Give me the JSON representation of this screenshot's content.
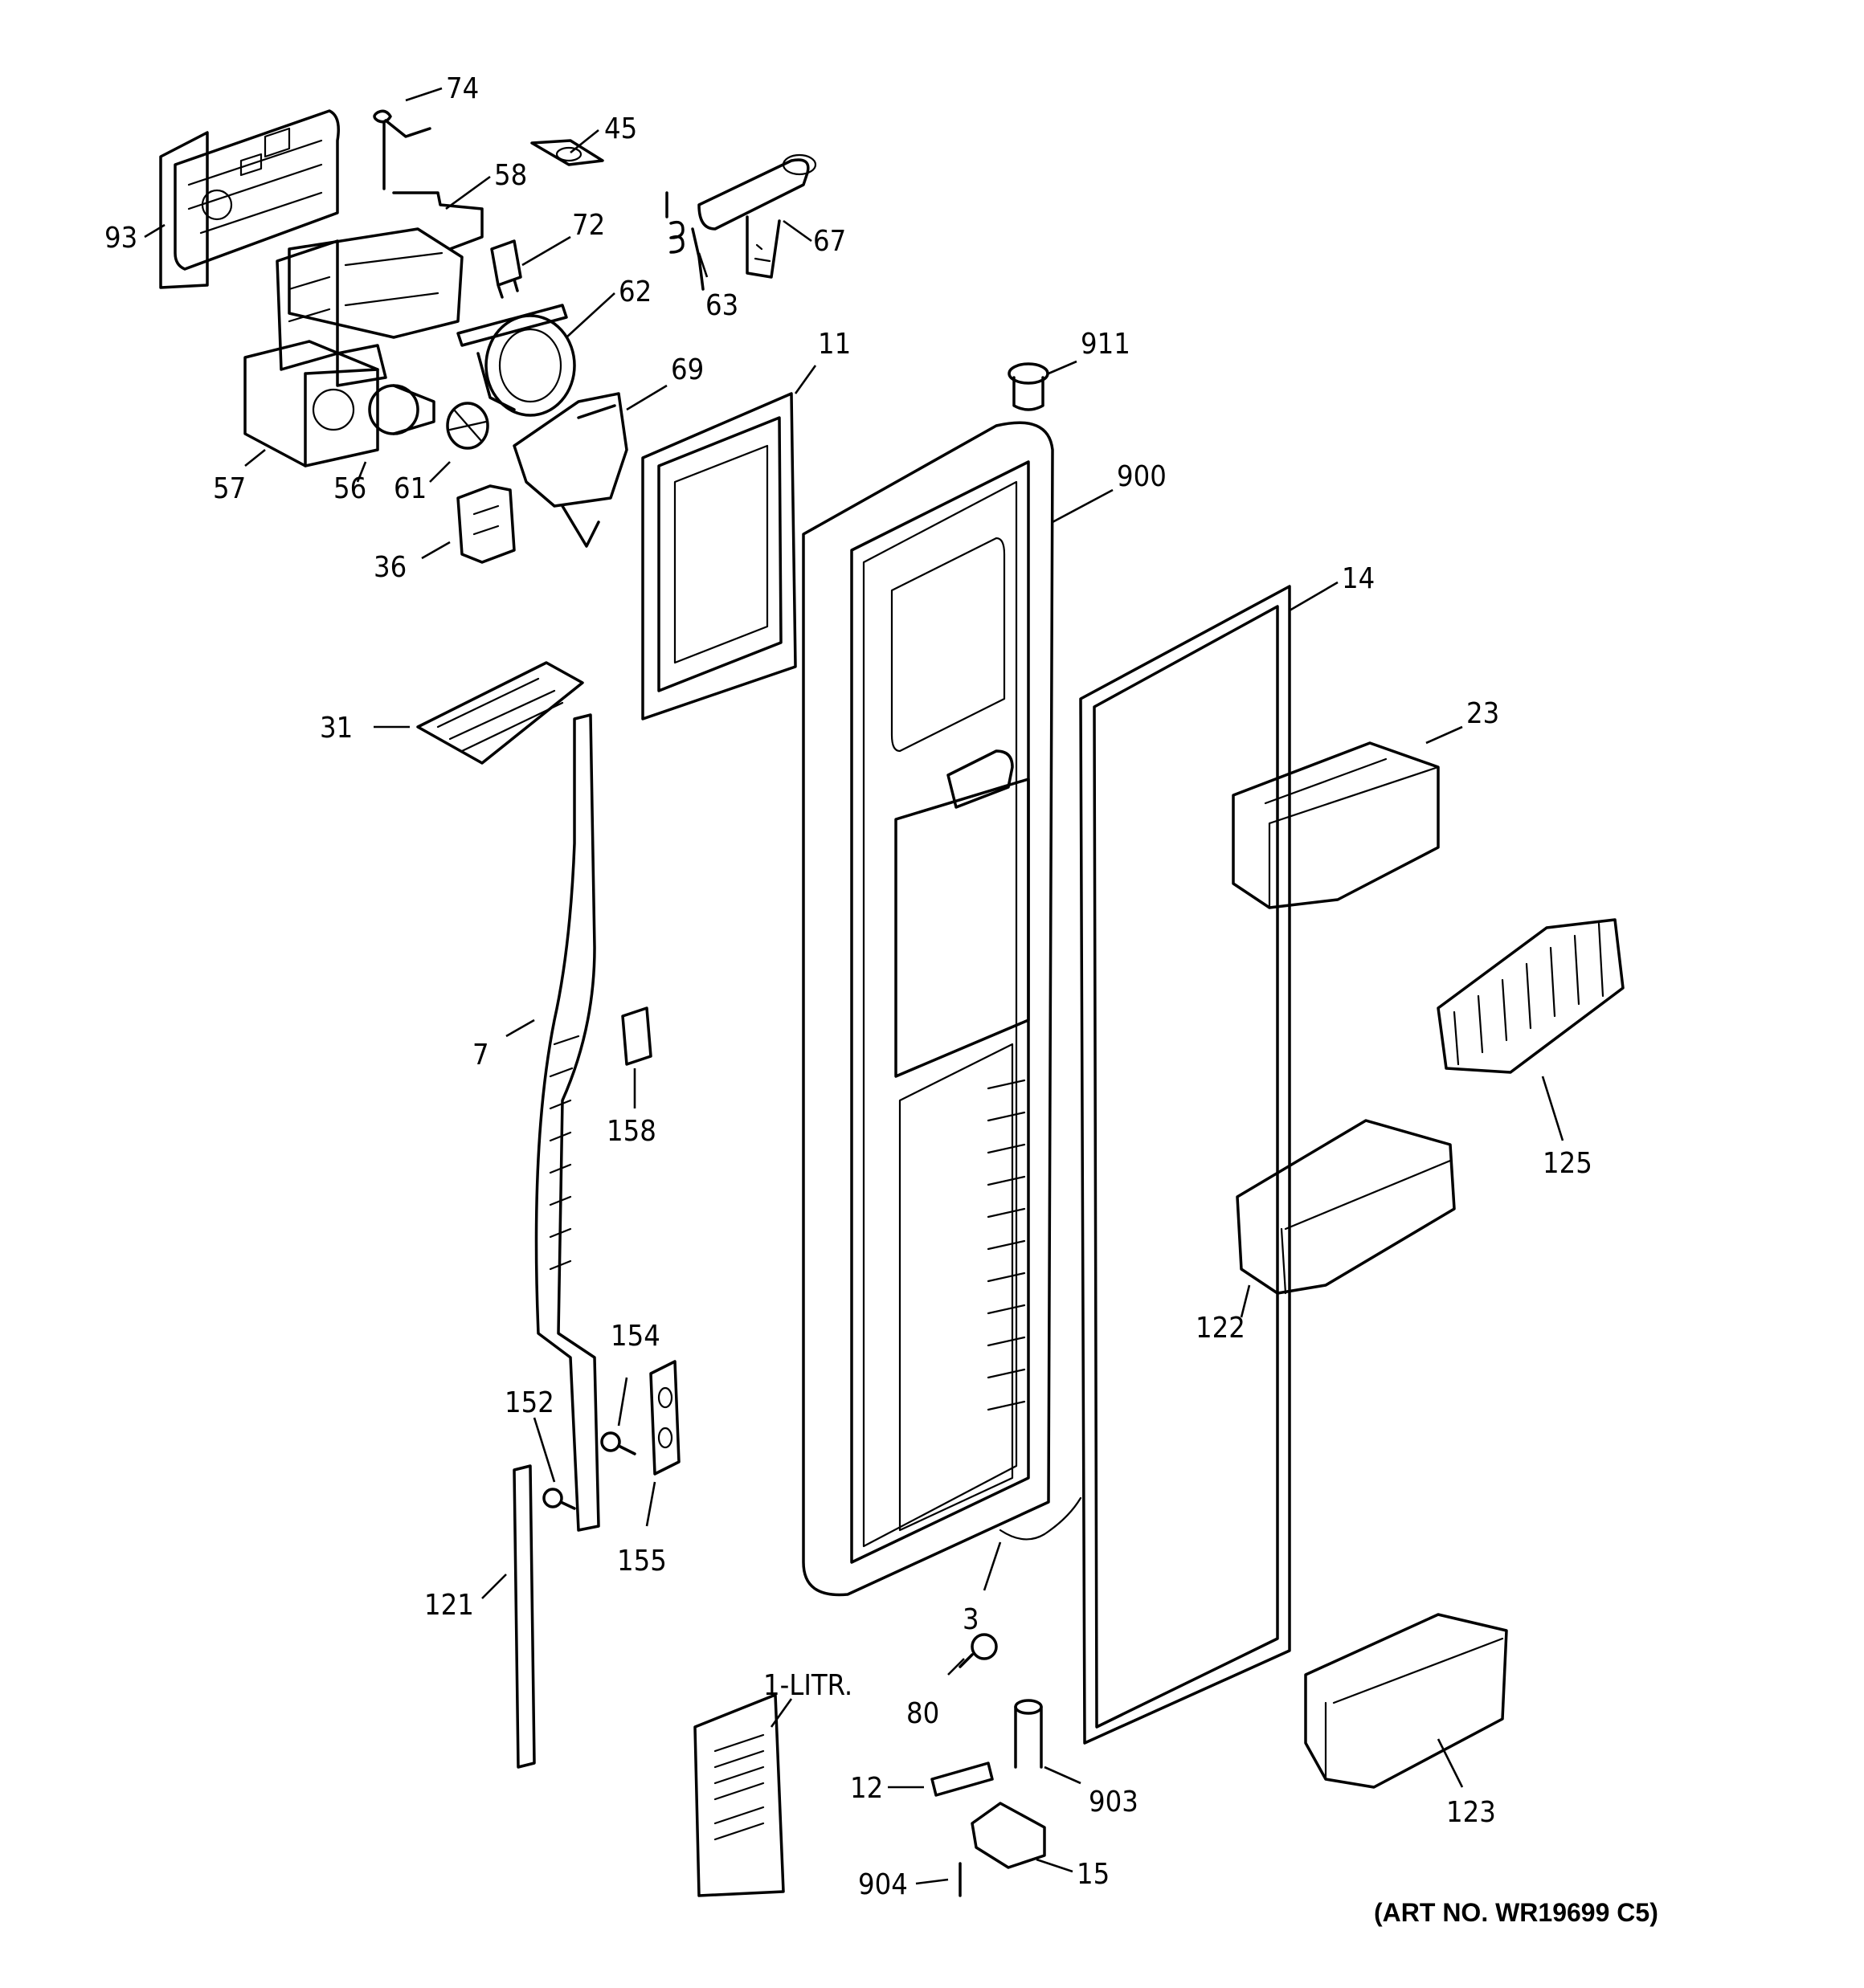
{
  "diagram": {
    "art_number": "(ART NO. WR19699 C5)",
    "callouts": [
      {
        "id": "74",
        "label": "74"
      },
      {
        "id": "45",
        "label": "45"
      },
      {
        "id": "58",
        "label": "58"
      },
      {
        "id": "93",
        "label": "93"
      },
      {
        "id": "72",
        "label": "72"
      },
      {
        "id": "67",
        "label": "67"
      },
      {
        "id": "63",
        "label": "63"
      },
      {
        "id": "62",
        "label": "62"
      },
      {
        "id": "11",
        "label": "11"
      },
      {
        "id": "911",
        "label": "911"
      },
      {
        "id": "69",
        "label": "69"
      },
      {
        "id": "57",
        "label": "57"
      },
      {
        "id": "56",
        "label": "56"
      },
      {
        "id": "61",
        "label": "61"
      },
      {
        "id": "900",
        "label": "900"
      },
      {
        "id": "36",
        "label": "36"
      },
      {
        "id": "14",
        "label": "14"
      },
      {
        "id": "31",
        "label": "31"
      },
      {
        "id": "23",
        "label": "23"
      },
      {
        "id": "7",
        "label": "7"
      },
      {
        "id": "158",
        "label": "158"
      },
      {
        "id": "125",
        "label": "125"
      },
      {
        "id": "122",
        "label": "122"
      },
      {
        "id": "154",
        "label": "154"
      },
      {
        "id": "152",
        "label": "152"
      },
      {
        "id": "155",
        "label": "155"
      },
      {
        "id": "121",
        "label": "121"
      },
      {
        "id": "3",
        "label": "3"
      },
      {
        "id": "1-litr",
        "label": "1-LITR."
      },
      {
        "id": "80",
        "label": "80"
      },
      {
        "id": "12",
        "label": "12"
      },
      {
        "id": "903",
        "label": "903"
      },
      {
        "id": "123",
        "label": "123"
      },
      {
        "id": "904",
        "label": "904"
      },
      {
        "id": "15",
        "label": "15"
      }
    ]
  }
}
